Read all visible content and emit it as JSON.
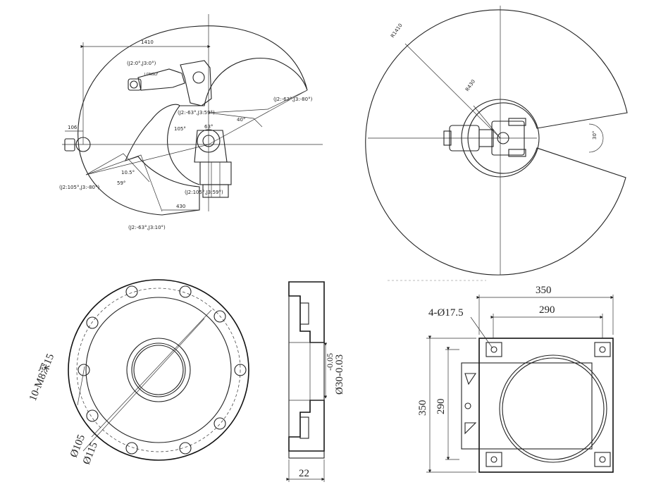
{
  "reach_side": {
    "dim_top": "1410",
    "dim_left": "106",
    "dim_bottom": "430",
    "pose_labels": [
      "(J2:0°,J3:0°)",
      "(J2:-63°,J3:59°)",
      "(J2:-63°,J3:-80°)",
      "(J2:105°,J3:-80°)",
      "(J2:105°,J3:59°)",
      "(J2:-63°,J3:10°)"
    ],
    "angle_labels": [
      "63°",
      "105°",
      "40°",
      "10.5°",
      "59°"
    ],
    "brand": "LONGLY"
  },
  "reach_top": {
    "r_outer": "R1410",
    "r_inner": "R430",
    "angle": "30°"
  },
  "flange_front": {
    "holes": "10-M8深15",
    "d_inner": "Ø105",
    "d_outer": "Ø115"
  },
  "flange_section": {
    "tolerance_upper": "-0.05",
    "tolerance_lower": "Ø30-0.03",
    "thickness": "22"
  },
  "base": {
    "holes": "4-Ø17.5",
    "dim_w_outer": "350",
    "dim_w_inner": "290",
    "dim_h_outer": "350",
    "dim_h_inner": "290"
  }
}
